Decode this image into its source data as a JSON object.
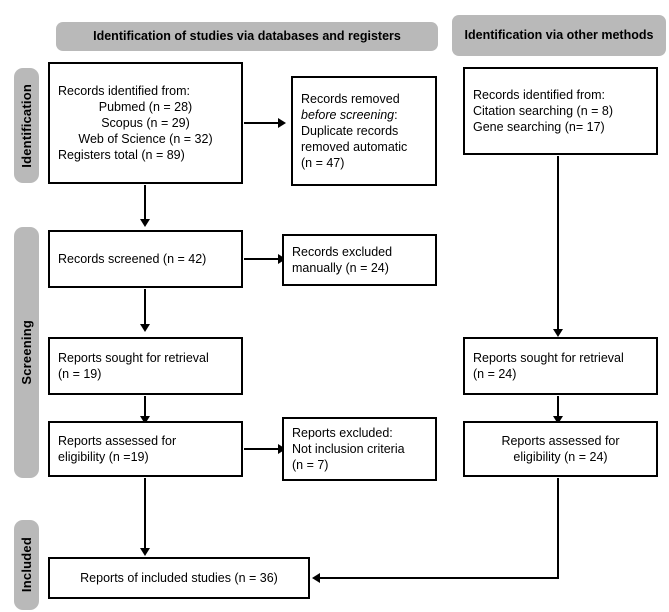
{
  "banners": {
    "databases": "Identification of studies via databases and registers",
    "other": "Identification via other methods"
  },
  "phases": {
    "identification": "Identification",
    "screening": "Screening",
    "included": "Included"
  },
  "boxes": {
    "records_identified": {
      "l1": "Records identified from:",
      "l2": "Pubmed (n = 28)",
      "l3": "Scopus (n = 29)",
      "l4": "Web of Science (n = 32)",
      "l5": "Registers total (n = 89)"
    },
    "records_removed": {
      "l1": "Records removed",
      "l2_italic": "before screening",
      "l2_tail": ":",
      "l3": "Duplicate records",
      "l4": "removed automatic",
      "l5": "(n = 47)"
    },
    "other_identified": {
      "l1": "Records identified from:",
      "l2": "Citation searching (n = 8)",
      "l3": "Gene searching (n= 17)"
    },
    "records_screened": {
      "l1": "Records screened (n = 42)"
    },
    "records_excluded": {
      "l1": "Records excluded",
      "l2": "manually (n = 24)"
    },
    "reports_sought_left": {
      "l1": "Reports sought for retrieval",
      "l2": "(n = 19)"
    },
    "reports_sought_right": {
      "l1": "Reports sought for retrieval",
      "l2": "(n = 24)"
    },
    "reports_assessed_left": {
      "l1": "Reports assessed for",
      "l2": "eligibility (n =19)"
    },
    "reports_excluded": {
      "l1": "Reports excluded:",
      "l2": "Not inclusion criteria",
      "l3": "(n = 7)"
    },
    "reports_assessed_right": {
      "l1": "Reports assessed for",
      "l2": "eligibility (n = 24)"
    },
    "included_studies": {
      "l1": "Reports of included studies (n = 36)"
    }
  },
  "colors": {
    "phase_bar_gray": "#b9b9b9",
    "banner_gray": "#b9b9b9",
    "box_border": "#000000",
    "background": "#ffffff"
  }
}
